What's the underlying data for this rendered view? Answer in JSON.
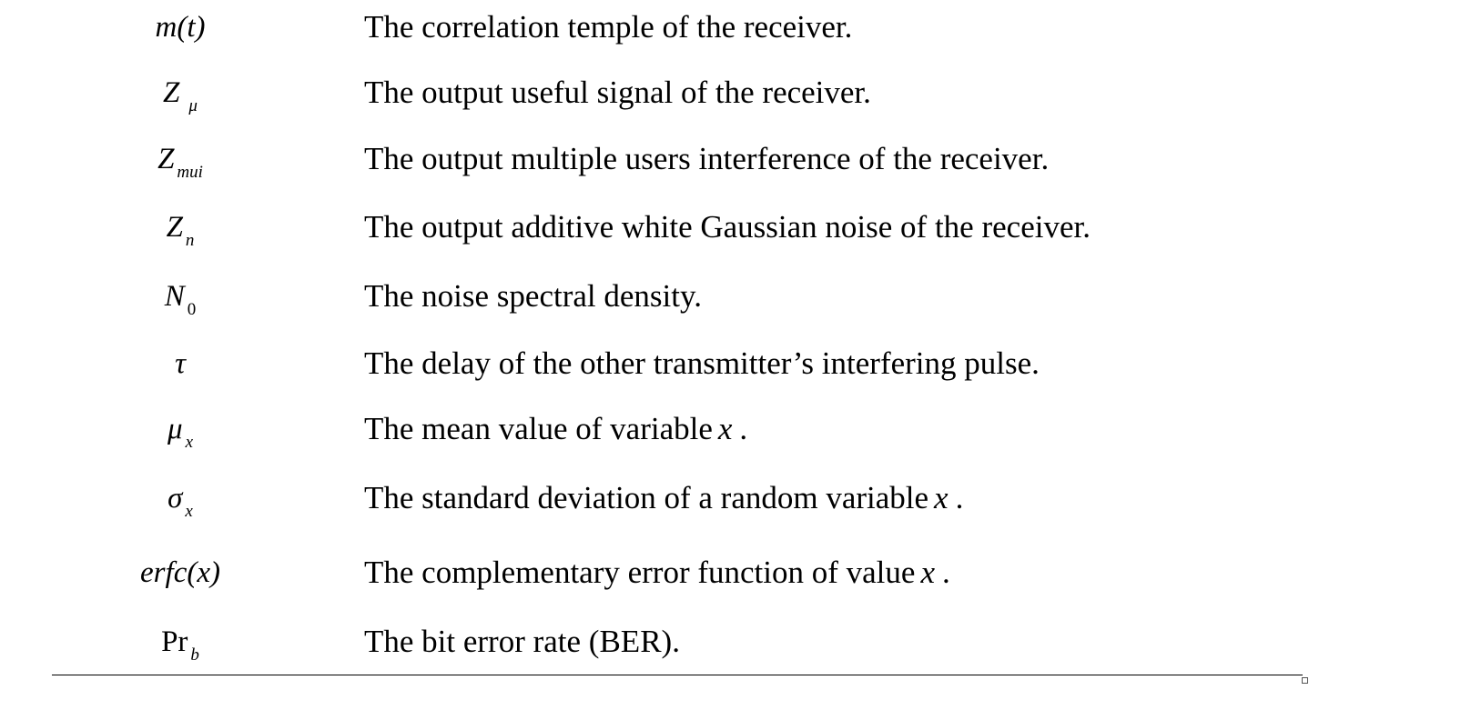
{
  "rows": [
    {
      "symbol": "m(t)",
      "sub": "",
      "description": "The correlation temple of the receiver.",
      "var": "",
      "tail": ""
    },
    {
      "symbol": "Z",
      "sub": "μ",
      "description": "The output useful signal of the receiver.",
      "var": "",
      "tail": ""
    },
    {
      "symbol": "Z",
      "sub": "mui",
      "description": "The output multiple users interference of the receiver.",
      "var": "",
      "tail": ""
    },
    {
      "symbol": "Z",
      "sub": "n",
      "description": "The output additive white Gaussian noise of the receiver.",
      "var": "",
      "tail": ""
    },
    {
      "symbol": "N",
      "sub": "0",
      "description": "The noise spectral density.",
      "var": "",
      "tail": ""
    },
    {
      "symbol": "τ",
      "sub": "",
      "description": "The delay of the other transmitter’s interfering pulse.",
      "var": "",
      "tail": ""
    },
    {
      "symbol": "μ",
      "sub": "x",
      "description": "The mean value of variable",
      "var": "x",
      "tail": "."
    },
    {
      "symbol": "σ",
      "sub": "x",
      "description": "The standard deviation of a random variable",
      "var": "x",
      "tail": "."
    },
    {
      "symbol": "erfc(x)",
      "sub": "",
      "description": "The complementary error function of value",
      "var": "x",
      "tail": "."
    },
    {
      "symbol": "Pr",
      "sub": "b",
      "description": "The bit error rate (BER).",
      "var": "",
      "tail": ""
    }
  ]
}
